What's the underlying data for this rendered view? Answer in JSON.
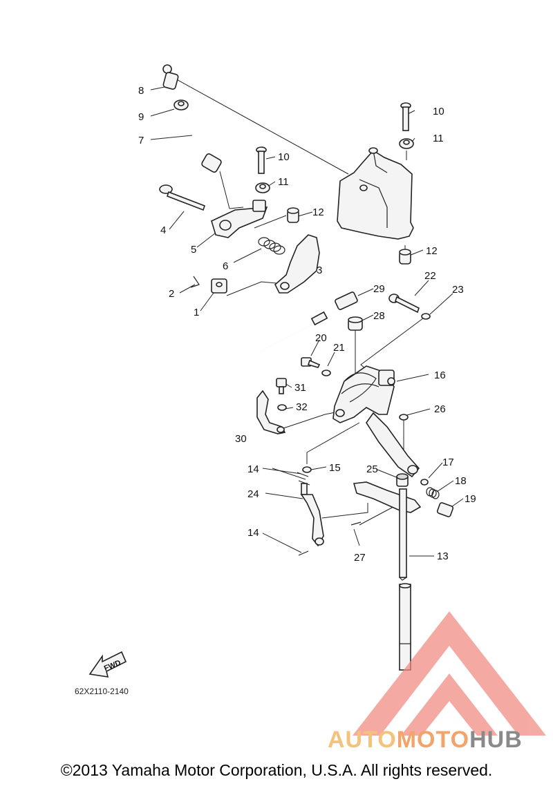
{
  "diagram": {
    "callouts": [
      "8",
      "9",
      "7",
      "10",
      "11",
      "4",
      "5",
      "12",
      "6",
      "3",
      "2",
      "1",
      "10",
      "11",
      "12",
      "22",
      "29",
      "23",
      "28",
      "20",
      "21",
      "16",
      "31",
      "32",
      "30",
      "26",
      "14",
      "15",
      "17",
      "25",
      "18",
      "24",
      "19",
      "14",
      "27",
      "13"
    ],
    "part_code": "62X2110-2140",
    "fwd_label": "FWD"
  },
  "watermark": {
    "word_1": "AUTO",
    "word_2": "MOTO",
    "word_3": "HUB",
    "colors": {
      "auto": "#f4c27a",
      "moto": "#f2a46a",
      "hub": "#8a8a8a",
      "triangle": "#f08a80"
    }
  },
  "footer": {
    "copyright": "©2013 Yamaha Motor Corporation, U.S.A. All rights reserved."
  }
}
